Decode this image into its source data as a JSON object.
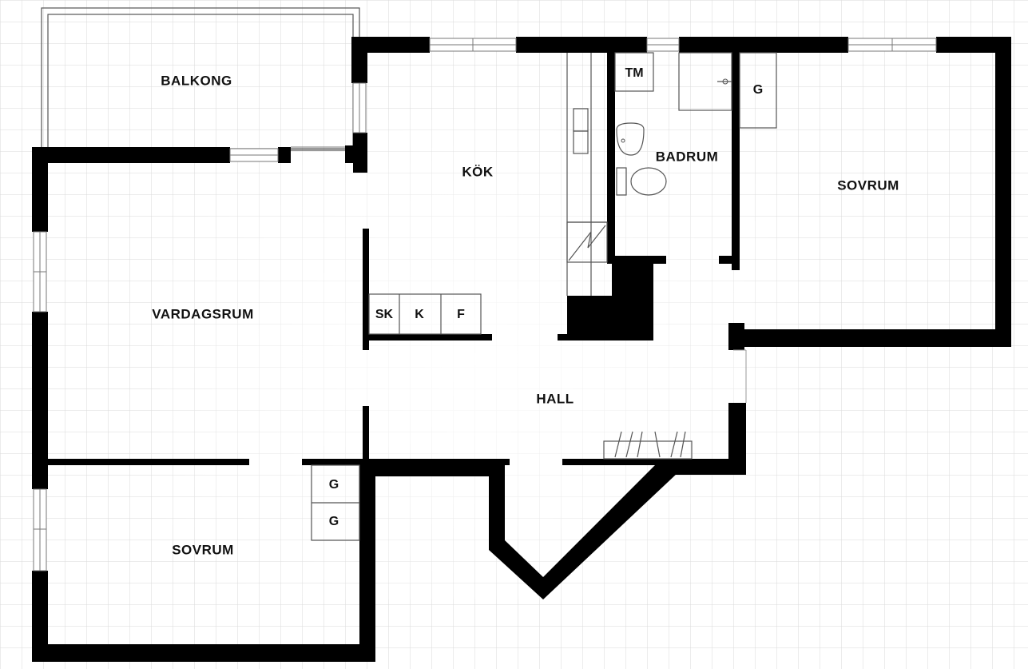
{
  "rooms": {
    "balkong": "BALKONG",
    "kok": "KÖK",
    "tm": "TM",
    "badrum": "BADRUM",
    "g_badrum": "G",
    "sovrum_right": "SOVRUM",
    "vardagsrum": "VARDAGSRUM",
    "sk": "SK",
    "k": "K",
    "f": "F",
    "hall": "HALL",
    "g_upper": "G",
    "g_lower": "G",
    "sovrum_left": "SOVRUM"
  },
  "colors": {
    "wall": "#000000",
    "grid": "#d8d8d8",
    "background": "#ffffff"
  }
}
